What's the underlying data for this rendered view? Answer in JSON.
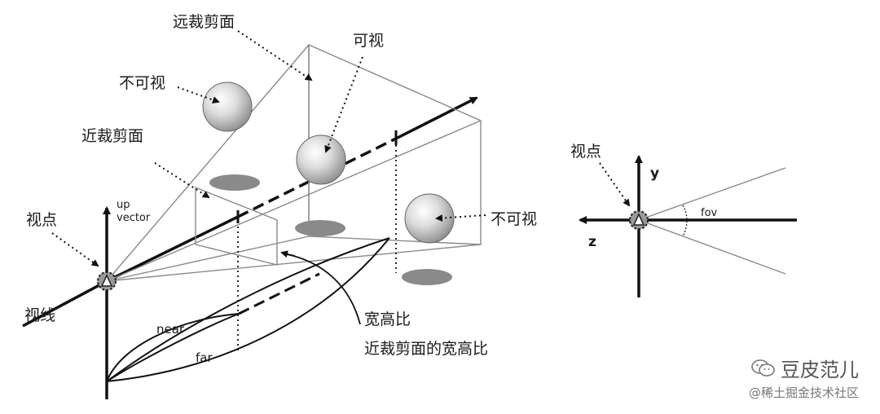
{
  "left_diagram": {
    "far_clip_plane": "远裁剪面",
    "visible": "可视",
    "not_visible_top": "不可视",
    "near_clip_plane": "近裁剪面",
    "up_vector_line1": "up",
    "up_vector_line2": "vector",
    "viewpoint": "视点",
    "not_visible_right": "不可视",
    "line_of_sight": "视线",
    "near": "near",
    "far": "far",
    "aspect_ratio": "宽高比",
    "near_plane_aspect_ratio": "近裁剪面的宽高比"
  },
  "right_diagram": {
    "viewpoint": "视点",
    "y_axis": "y",
    "z_axis": "z",
    "fov": "fov"
  },
  "watermark": {
    "icon": "wechat-icon",
    "title": "豆皮范儿",
    "subtitle": "@稀土掘金技术社区"
  }
}
